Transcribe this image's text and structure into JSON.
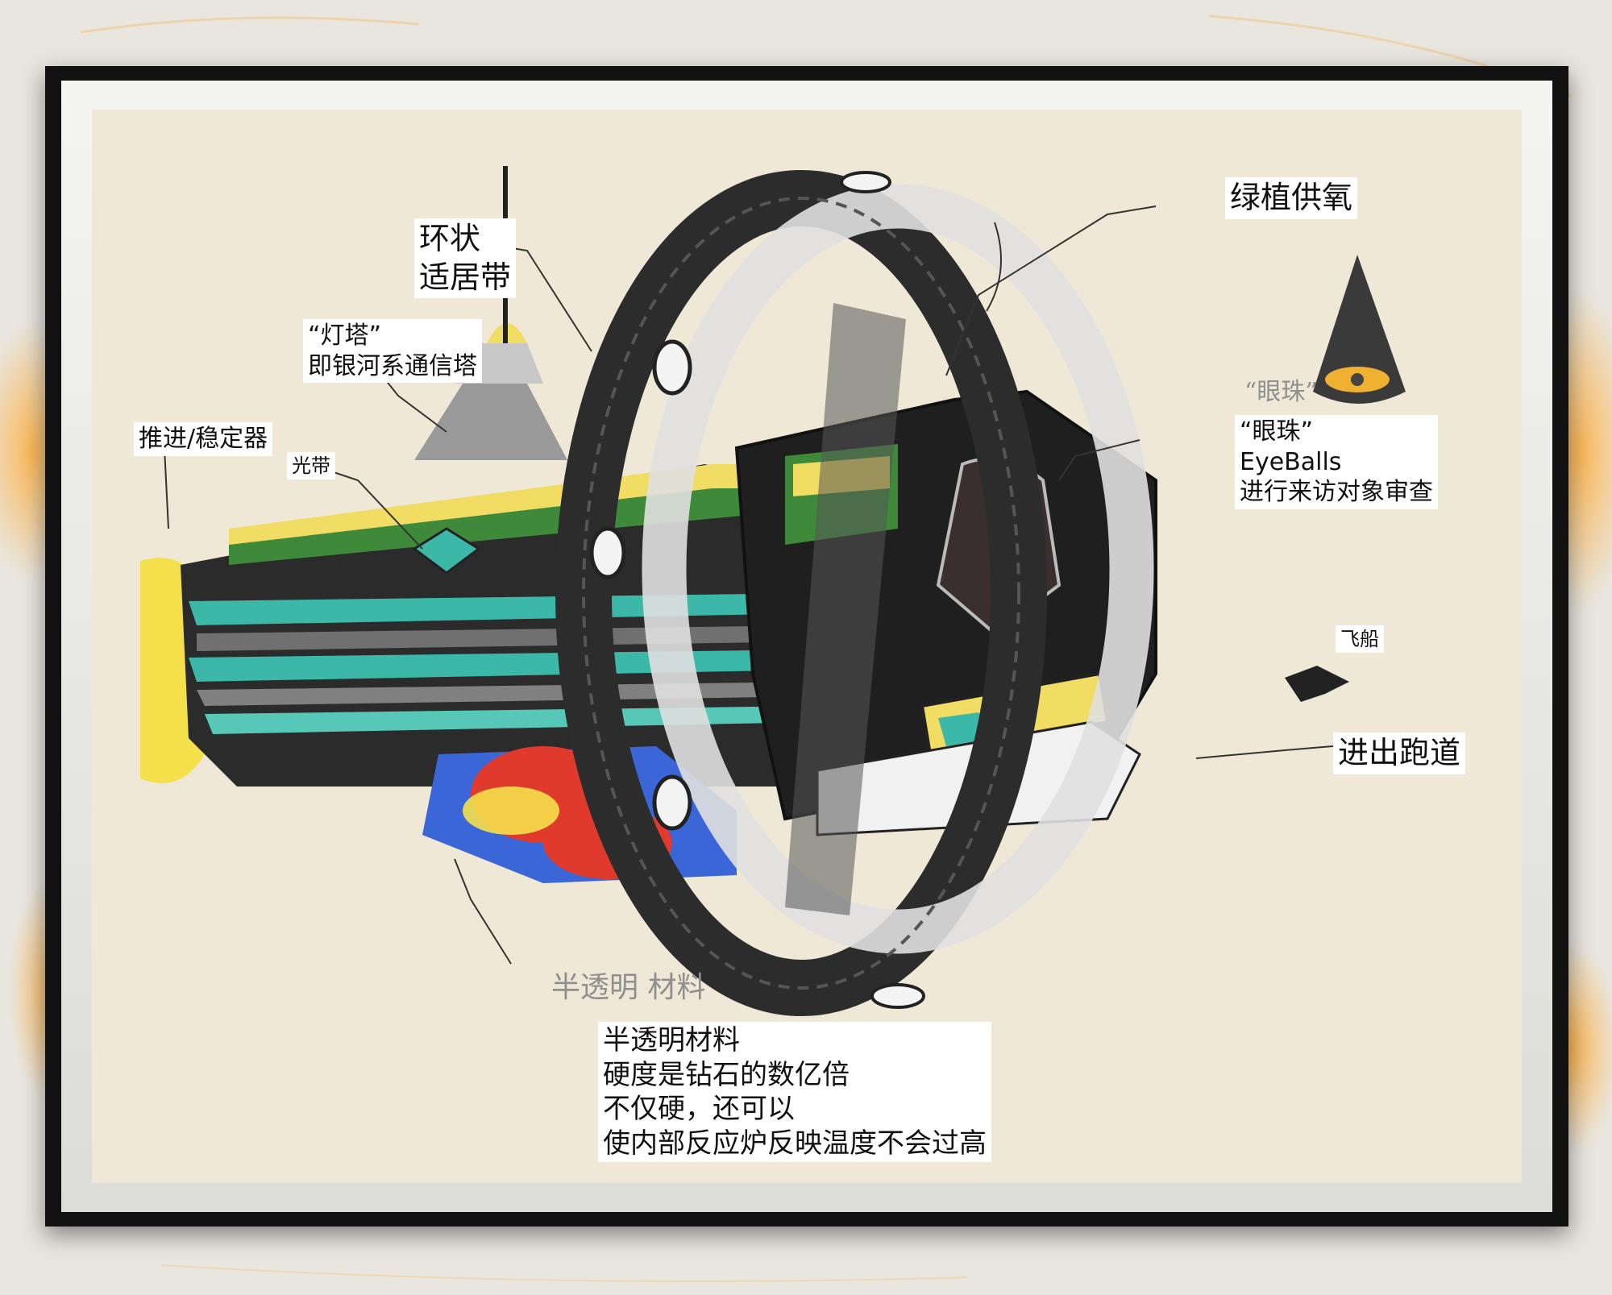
{
  "labels": {
    "habitat_ring": [
      "环状",
      "适居带"
    ],
    "oxygen": "绿植供氧",
    "beacon": [
      "“灯塔”",
      "即银河系通信塔"
    ],
    "thruster": "推进/稳定器",
    "light_band": "光带",
    "eyeballs": [
      "“眼珠”",
      "EyeBalls",
      "进行来访对象审查"
    ],
    "ship": "飞船",
    "runway": "进出跑道",
    "material": [
      "半透明材料",
      "硬度是钻石的数亿倍",
      "不仅硬，还可以",
      "使内部反应炉反映温度不会过高"
    ]
  },
  "handwriting": {
    "eyeball": "“眼珠”",
    "material": "半透明 材料"
  },
  "colors": {
    "paper": "#efe8d6",
    "frame": "#111111",
    "teal": "#3cb8a8",
    "yellow": "#f4e04a",
    "green": "#3e8a3a",
    "red": "#e03a2c",
    "blue": "#3a66d8"
  }
}
